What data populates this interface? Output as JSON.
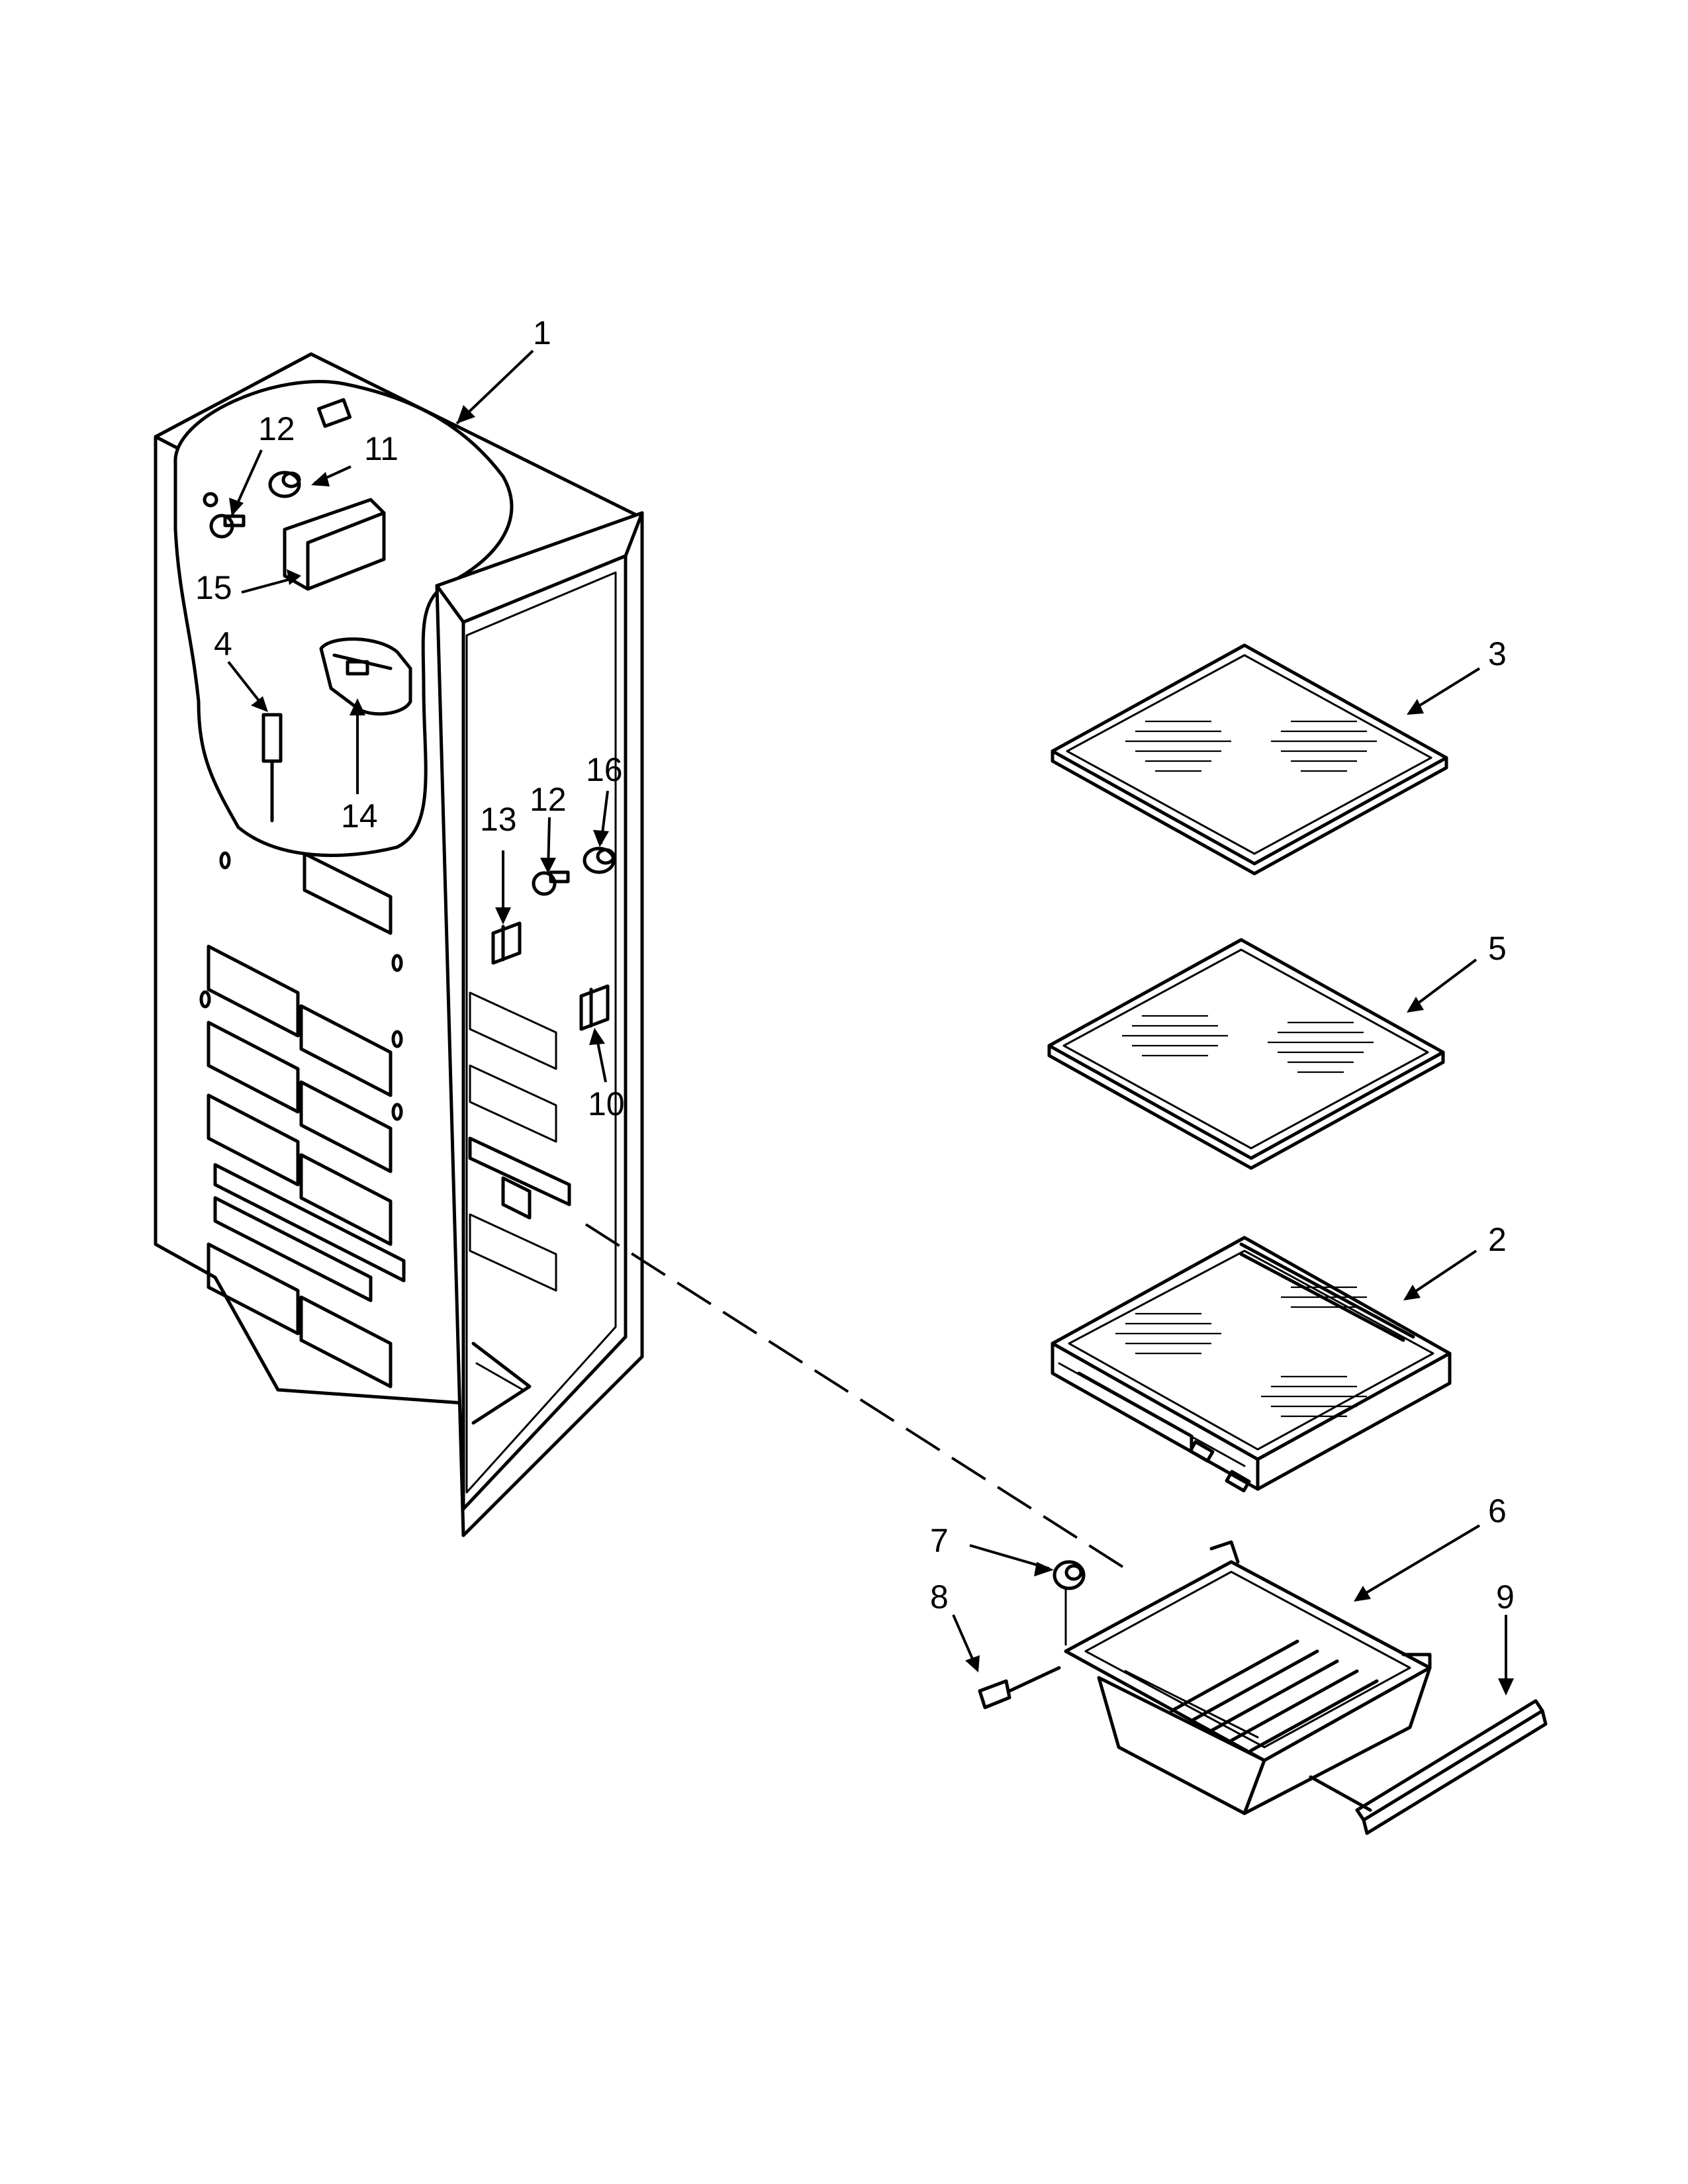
{
  "callouts": [
    {
      "id": "1",
      "label": "1"
    },
    {
      "id": "2",
      "label": "2"
    },
    {
      "id": "3",
      "label": "3"
    },
    {
      "id": "4",
      "label": "4"
    },
    {
      "id": "5",
      "label": "5"
    },
    {
      "id": "6",
      "label": "6"
    },
    {
      "id": "7",
      "label": "7"
    },
    {
      "id": "8",
      "label": "8"
    },
    {
      "id": "9",
      "label": "9"
    },
    {
      "id": "10",
      "label": "10"
    },
    {
      "id": "11",
      "label": "11"
    },
    {
      "id": "12a",
      "label": "12"
    },
    {
      "id": "12b",
      "label": "12"
    },
    {
      "id": "13",
      "label": "13"
    },
    {
      "id": "14",
      "label": "14"
    },
    {
      "id": "15",
      "label": "15"
    },
    {
      "id": "16",
      "label": "16"
    }
  ]
}
